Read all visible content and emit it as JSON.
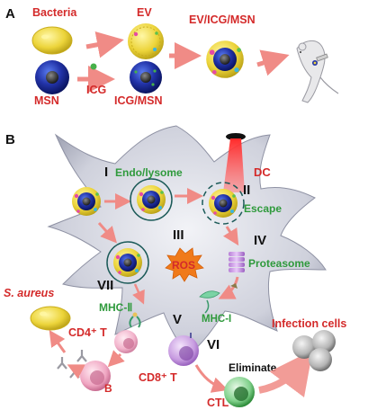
{
  "panel_a": {
    "letter": "A",
    "bacteria": "Bacteria",
    "ev": "EV",
    "ev_icg_msn": "EV/ICG/MSN",
    "msn": "MSN",
    "icg": "ICG",
    "icg_msn": "ICG/MSN"
  },
  "panel_b": {
    "letter": "B",
    "dc": "DC",
    "step_1": "I",
    "endo_lysome": "Endo/lysome",
    "step_2": "II",
    "escape": "Escape",
    "step_3": "III",
    "ros": "ROS",
    "step_4": "IV",
    "proteasome": "Proteasome",
    "step_7": "VII",
    "mhc_2": "MHC-Ⅱ",
    "s_aureus": "S. aureus",
    "cd4_t": "CD4⁺ T",
    "b_cell": "B",
    "step_5": "V",
    "mhc_1": "MHC-I",
    "step_6": "VI",
    "cd8_t": "CD8⁺ T",
    "ctl": "CTL",
    "eliminate": "Eliminate",
    "infection_cells": "Infection cells"
  },
  "colors": {
    "red_label": "#d42a2a",
    "green_label": "#2f9a3c",
    "arrow": "#f08b86",
    "msn_blue": "#1d2f9e",
    "bacteria_yellow": "#e8d63a",
    "dc_fill": "#c9ccd8"
  }
}
